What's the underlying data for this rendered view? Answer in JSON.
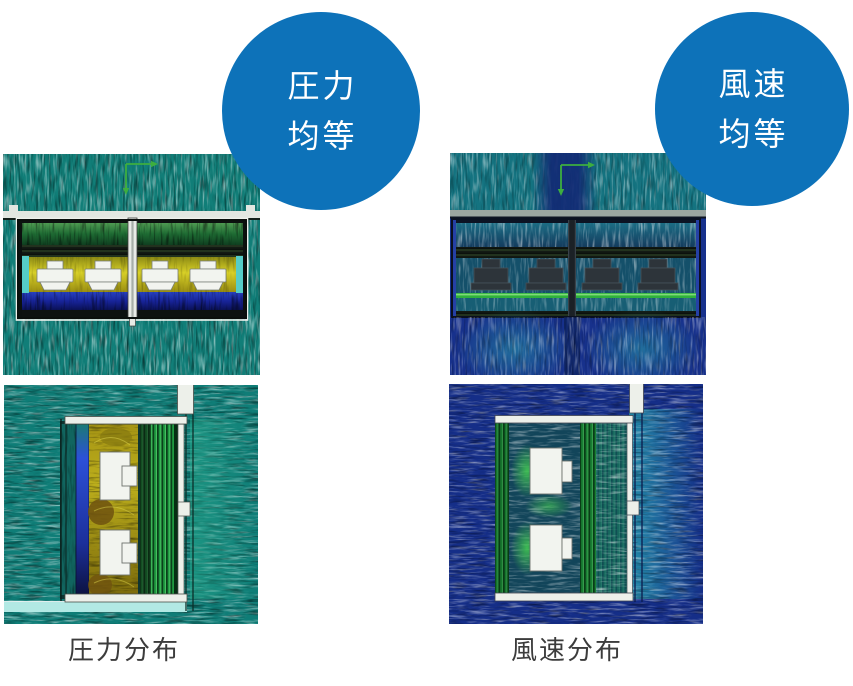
{
  "figure": {
    "badge_pressure": {
      "line1": "圧力",
      "line2": "均等"
    },
    "badge_velocity": {
      "line1": "風速",
      "line2": "均等"
    },
    "caption_pressure": "圧力分布",
    "caption_velocity": "風速分布",
    "panels": [
      {
        "id": "pressure-front-view",
        "style": "teal streamline CFD, pressure-colored unit interior"
      },
      {
        "id": "velocity-front-view",
        "style": "navy streamline CFD, velocity-colored unit interior"
      },
      {
        "id": "pressure-side-view",
        "style": "teal streamline CFD, side section with coil"
      },
      {
        "id": "velocity-side-view",
        "style": "navy streamline CFD, side section with coil"
      }
    ],
    "colors": {
      "badge_blue": "#0d72b9",
      "caption_text": "#3c3c3c",
      "page_bg": "#ffffff",
      "teal_field": "#117e78",
      "navy_field": "#17318c",
      "pressure_yellow": "#c8bc24",
      "coil_green": "#1f9940",
      "axis_green": "#3dae3f"
    }
  }
}
